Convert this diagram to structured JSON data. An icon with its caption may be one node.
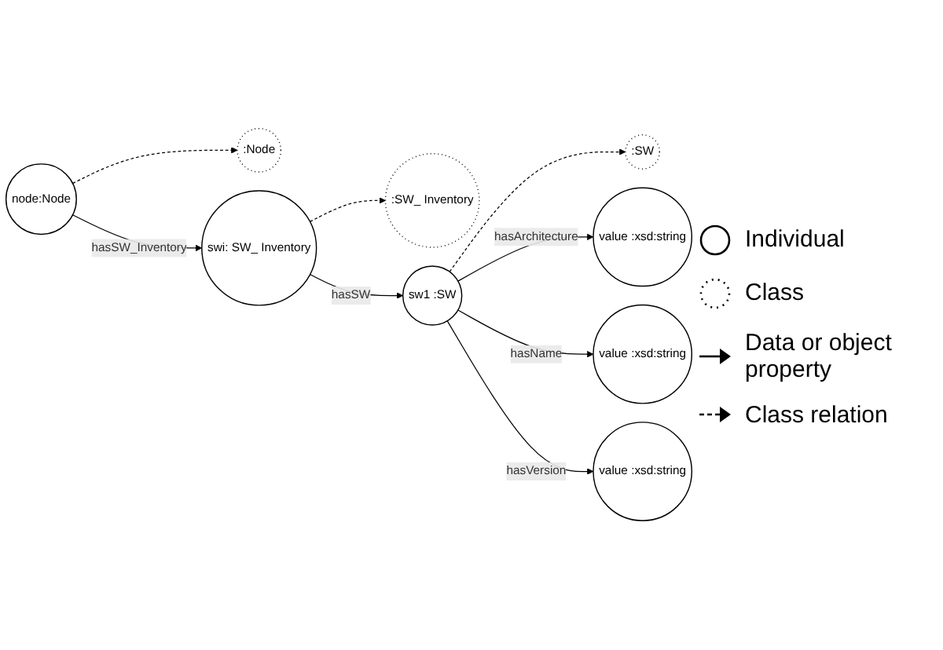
{
  "diagram": {
    "nodes": [
      {
        "text": [
          ":Node"
        ]
      },
      {
        "text": [
          "node:Node"
        ]
      },
      {
        "text": [
          ":SW_ Inventory"
        ]
      },
      {
        "text": [
          ":SW"
        ]
      },
      {
        "text": [
          "sw1 :SW"
        ]
      },
      {
        "text": [
          "swi: SW_ Inventory"
        ]
      },
      {
        "text": [
          "value :xsd:string"
        ]
      },
      {
        "text": [
          "value :xsd:string"
        ]
      },
      {
        "text": [
          "value :xsd:string"
        ]
      }
    ],
    "edges": [
      {
        "from": 1,
        "to": 0,
        "arrow": "to",
        "style": "dashed"
      },
      {
        "from": 1,
        "to": 5,
        "arrow": "to",
        "label": "hasSW_Inventory"
      },
      {
        "from": 5,
        "to": 2,
        "arrow": "to",
        "style": "dashed"
      },
      {
        "from": 4,
        "to": 3,
        "arrow": "to",
        "style": "dashed"
      },
      {
        "from": 5,
        "to": 4,
        "arrow": "to",
        "label": "hasSW"
      },
      {
        "from": 4,
        "to": 6,
        "arrow": "to",
        "label": "hasArchitecture"
      },
      {
        "from": 4,
        "to": 7,
        "arrow": "to",
        "label": "hasName"
      },
      {
        "from": 4,
        "to": 8,
        "arrow": "to",
        "label": "hasVersion"
      }
    ],
    "legend": [
      {
        "text": "Individual"
      },
      {
        "text": "Class"
      },
      {
        "text": "Data or object property"
      },
      {
        "text": "Class relation"
      }
    ]
  }
}
